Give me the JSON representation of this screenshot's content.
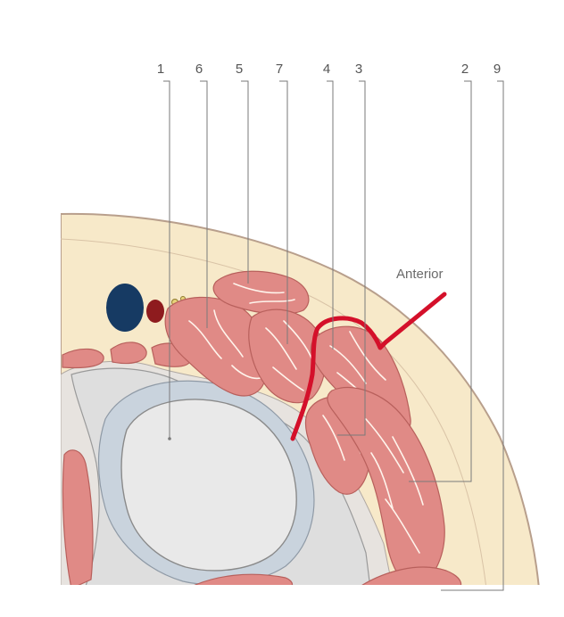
{
  "labels": [
    {
      "id": "1",
      "text": "1"
    },
    {
      "id": "6",
      "text": "6"
    },
    {
      "id": "5",
      "text": "5"
    },
    {
      "id": "7",
      "text": "7"
    },
    {
      "id": "4",
      "text": "4"
    },
    {
      "id": "3",
      "text": "3"
    },
    {
      "id": "2",
      "text": "2"
    },
    {
      "id": "9",
      "text": "9"
    }
  ],
  "anterior_label": "Anterior",
  "colors": {
    "skin": "#f7e9c9",
    "skin_edge": "#b89f8c",
    "muscle": "#e08a86",
    "muscle_outline": "#b8605c",
    "bone": "#e4e4e4",
    "cartilage": "#c9d3dd",
    "vein": "#163a63",
    "artery": "#8e1b1e",
    "incision": "#d4102a"
  }
}
